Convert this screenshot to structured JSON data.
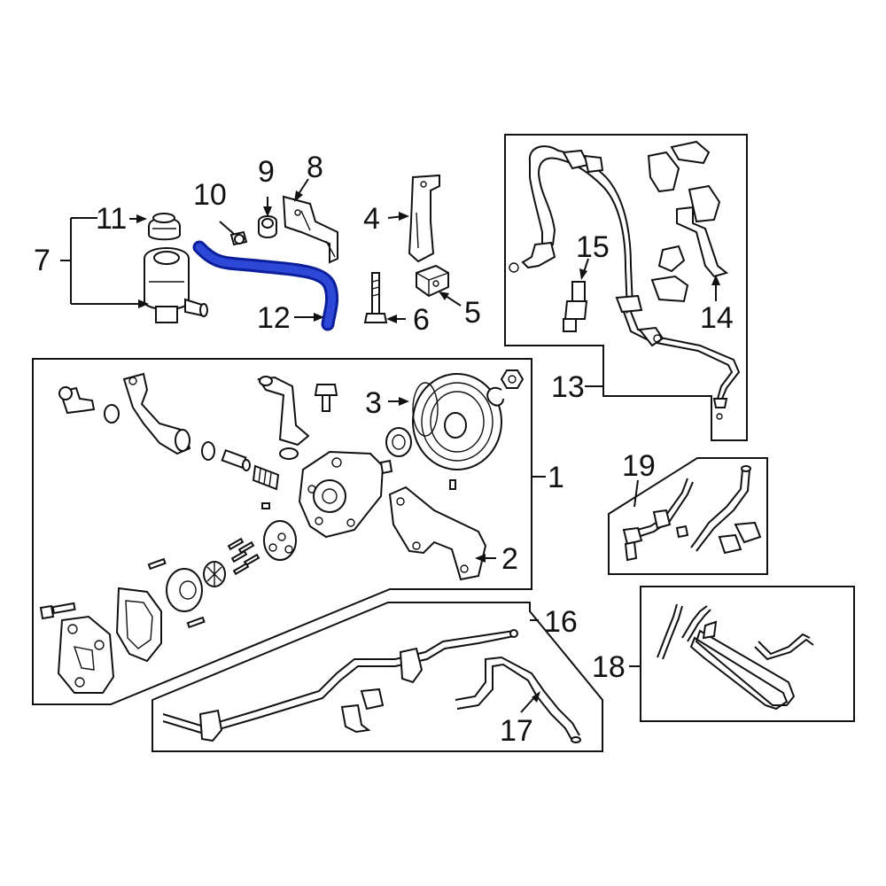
{
  "diagram": {
    "type": "exploded-parts-diagram",
    "highlight_color": "#1a33c4",
    "highlighted_part": "12",
    "callouts": [
      {
        "id": "c1",
        "label": "1"
      },
      {
        "id": "c2",
        "label": "2"
      },
      {
        "id": "c3",
        "label": "3"
      },
      {
        "id": "c4",
        "label": "4"
      },
      {
        "id": "c5",
        "label": "5"
      },
      {
        "id": "c6",
        "label": "6"
      },
      {
        "id": "c7",
        "label": "7"
      },
      {
        "id": "c8",
        "label": "8"
      },
      {
        "id": "c9",
        "label": "9"
      },
      {
        "id": "c10",
        "label": "10"
      },
      {
        "id": "c11",
        "label": "11"
      },
      {
        "id": "c12",
        "label": "12"
      },
      {
        "id": "c13",
        "label": "13"
      },
      {
        "id": "c14",
        "label": "14"
      },
      {
        "id": "c15",
        "label": "15"
      },
      {
        "id": "c16",
        "label": "16"
      },
      {
        "id": "c17",
        "label": "17"
      },
      {
        "id": "c18",
        "label": "18"
      },
      {
        "id": "c19",
        "label": "19"
      }
    ]
  }
}
